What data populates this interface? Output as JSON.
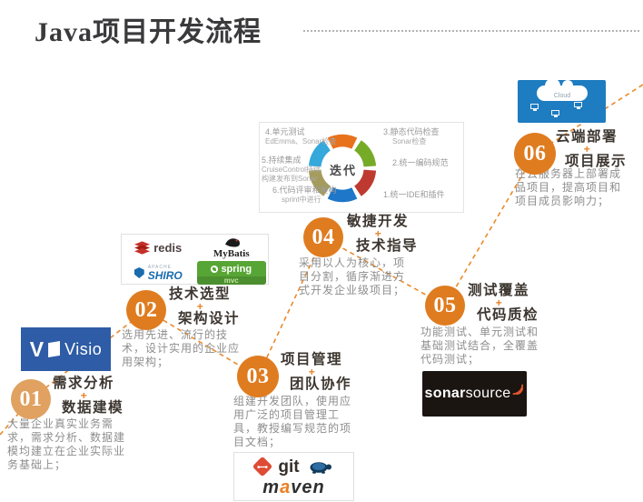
{
  "page": {
    "title": "Java项目开发流程"
  },
  "ui": {
    "plus": "+"
  },
  "iteration": {
    "center": "迭代",
    "labels": [
      {
        "line1": "1.统一IDE和插件"
      },
      {
        "line1": "2.统一编码规范"
      },
      {
        "line1": "3.静态代码检查",
        "line2": "Sonar检查"
      },
      {
        "line1": "4.单元测试",
        "line2": "EdEmma、Sonar检查"
      },
      {
        "line1": "5.持续集成",
        "line2": "CruiseControl持续",
        "line3": "构建发布到Sonar"
      },
      {
        "line1": "6.代码评审和重构",
        "line2": "sprint中进行"
      }
    ]
  },
  "steps": [
    {
      "number": "01",
      "line1": "需求分析",
      "line2": "数据建模",
      "desc": "大量企业真实业务需求，需求分析、数据建模均建立在企业实际业务基础上；"
    },
    {
      "number": "02",
      "line1": "技术选型",
      "line2": "架构设计",
      "desc": "选用先进、流行的技术，设计实用的企业应用架构；"
    },
    {
      "number": "03",
      "line1": "项目管理",
      "line2": "团队协作",
      "desc": "组建开发团队，使用应用广泛的项目管理工具，教授编写规范的项目文档；"
    },
    {
      "number": "04",
      "line1": "敏捷开发",
      "line2": "技术指导",
      "desc": "采用以人为核心，项目分割，循序渐进方式开发企业级项目；"
    },
    {
      "number": "05",
      "line1": "测试覆盖",
      "line2": "代码质检",
      "desc": "功能测试、单元测试和基础测试结合，全覆盖代码测试；"
    },
    {
      "number": "06",
      "line1": "云端部署",
      "line2": "项目展示",
      "desc": "在云服务器上部署成品项目，提高项目和项目成员影响力；"
    }
  ],
  "logos": {
    "visio_initial": "V",
    "visio": "Visio",
    "cloud_label": "Cloud",
    "redis": "redis",
    "mybatis": "MyBatis",
    "shiro_top": "APACHE",
    "shiro": "SHIRO",
    "spring": "spring",
    "spring_sub": "mvc",
    "sonar_bold": "sonar",
    "sonar_light": "source",
    "git": "git",
    "maven_m": "m",
    "maven_a": "a",
    "maven_ven": "ven"
  },
  "colors": {
    "accent_orange": "#df7c20",
    "step01_orange": "#e0a161",
    "dash_orange": "#e98a2b",
    "visio_blue": "#2e5ca6",
    "cloud_blue": "#1e7cc0",
    "sonar_black": "#1b1511",
    "git_red": "#de4c36",
    "spring_green": "#57a635",
    "maven_orange": "#ed7e21",
    "redis_red": "#c6302b",
    "shiro_blue": "#1a6cad",
    "cycle_segments": [
      "#e8721c",
      "#76ab28",
      "#be3a31",
      "#1e77c8",
      "#a59b5c",
      "#35a8dc"
    ]
  }
}
